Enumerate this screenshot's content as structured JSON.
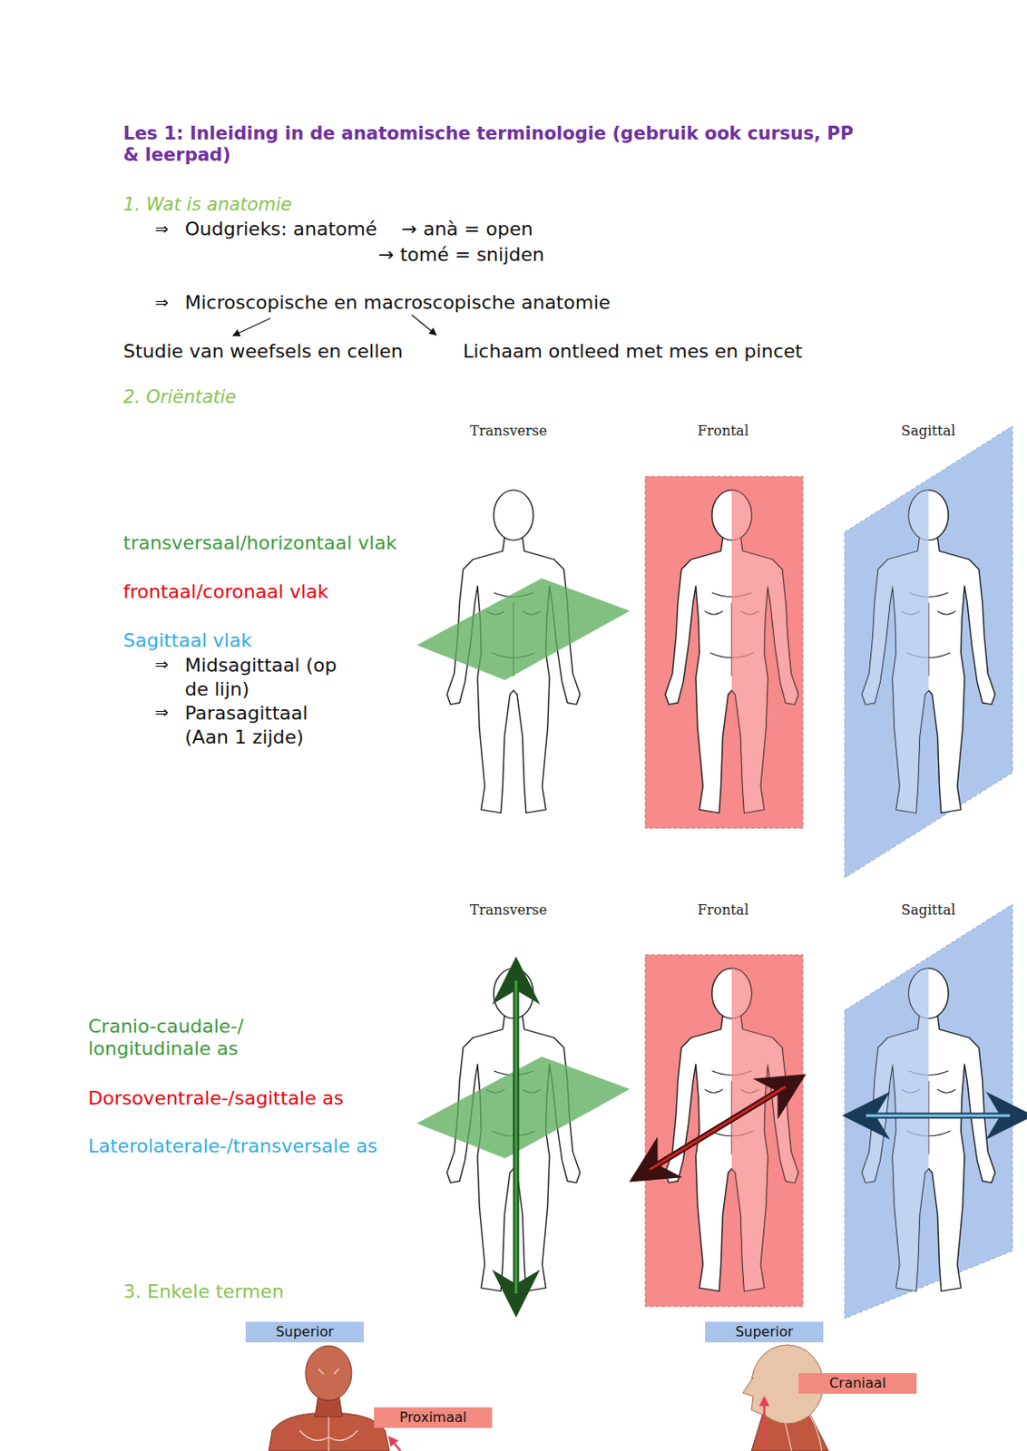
{
  "diagram": {
    "title": "Les 1: Inleiding in de anatomische terminologie (gebruik ook cursus, PP & leerpad)",
    "nodes": [
      {
        "text": [
          "Superior"
        ]
      },
      {
        "text": [
          "Proximaal"
        ]
      },
      {
        "text": [
          "Superior"
        ]
      },
      {
        "text": [
          "Craniaal"
        ]
      }
    ],
    "labels": [
      "1. Wat is anatomie",
      "⇒",
      "Oudgrieks: anatomé",
      "→ anà = open",
      "→ tomé = snijden",
      "⇒",
      "Microscopische en macroscopische anatomie",
      "Studie van weefsels en cellen",
      "Lichaam ontleed met mes en pincet",
      "2. Oriëntatie",
      "Transverse",
      "Frontal",
      "Sagittal",
      "transversaal/horizontaal vlak",
      "frontaal/coronaal vlak",
      "Sagittaal vlak",
      "⇒",
      "Midsagittaal (op de lijn)",
      "⇒",
      "Parasagittaal (Aan 1 zijde)",
      "Transverse",
      "Frontal",
      "Sagittal",
      "Cranio-caudale-/ longitudinale as",
      "Dorsoventrale-/sagittale as",
      "Laterolaterale-/transversale as",
      "3. Enkele termen"
    ]
  }
}
